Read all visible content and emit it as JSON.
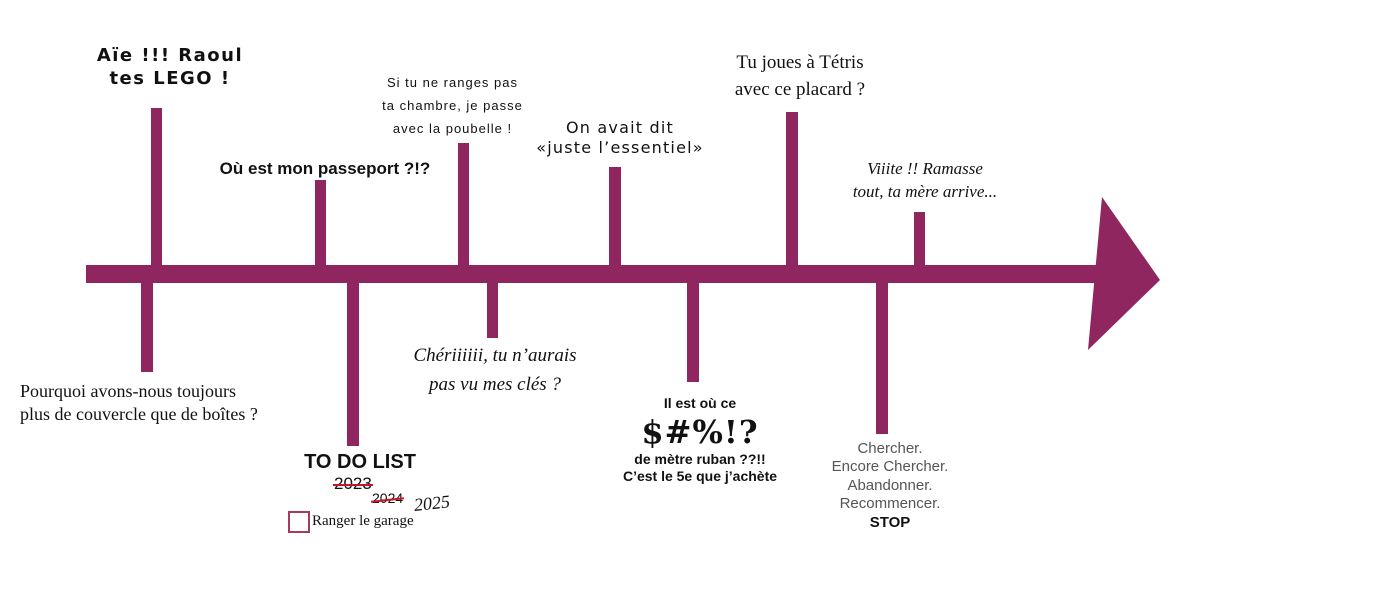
{
  "colors": {
    "timeline": "#8f2660",
    "strike": "#c0182a",
    "checkbox": "#a63a5c"
  },
  "notes": {
    "lego": [
      "Aïe !!! Raoul",
      "tes LEGO !"
    ],
    "couvercle": [
      "Pourquoi avons-nous toujours",
      "plus de couvercle que de boîtes ?"
    ],
    "passeport": "Où est mon passeport ?!?",
    "chambre": [
      "Si tu ne ranges pas",
      "ta chambre, je passe",
      "avec la poubelle !"
    ],
    "cles": [
      "Chériiiiii, tu n’aurais",
      "pas vu mes clés ?"
    ],
    "essentiel": [
      "On avait dit",
      "«juste l’essentiel»"
    ],
    "metre": {
      "line1": "Il est où ce",
      "big": "$#%!?",
      "line3": "de mètre ruban ??!!",
      "line4": "C’est le 5e que j’achète"
    },
    "tetris": [
      "Tu joues à Tétris",
      "avec ce placard ?"
    ],
    "ramasse": [
      "Viiite !! Ramasse",
      "tout, ta mère arrive..."
    ],
    "cycle": [
      "Chercher.",
      "Encore Chercher.",
      "Abandonner.",
      "Recommencer.",
      "STOP"
    ]
  },
  "todo": {
    "title": "TO DO LIST",
    "years": [
      "2023",
      "2024",
      "2025"
    ],
    "item": "Ranger le garage"
  }
}
